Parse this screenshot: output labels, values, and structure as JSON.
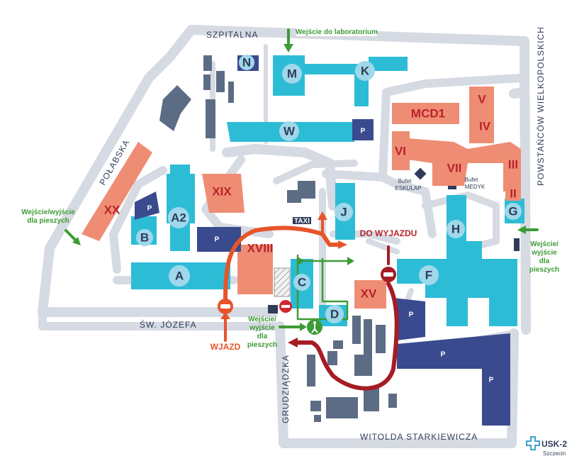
{
  "colors": {
    "road": "#d6dae2",
    "roadEdge": "#c6cbd5",
    "cyan": "#2dbcd6",
    "salmon": "#ef8d74",
    "navy": "#3a4a8e",
    "gray": "#5d6c85",
    "circle": "#9fd8ea",
    "green": "#3d9b35",
    "red": "#a61c24",
    "orange": "#e8542a"
  },
  "streets": {
    "szpitalna": "SZPITALNA",
    "polabska": "POŁABSKA",
    "powstancow": "POWSTAŃCÓW WIELKOPOLSKICH",
    "jozefa": "ŚW. JÓZEFA",
    "grudziadzka": "GRUDZIĄDZKA",
    "starkiewicza": "WITOLDA STARKIEWICZA"
  },
  "buildings": {
    "N": "N",
    "M": "M",
    "K": "K",
    "W": "W",
    "MCD1": "MCD1",
    "V": "V",
    "IV": "IV",
    "VI": "VI",
    "VII": "VII",
    "III": "III",
    "II": "II",
    "G": "G",
    "XX": "XX",
    "XIX": "XIX",
    "J": "J",
    "H": "H",
    "A2": "A2",
    "B": "B",
    "XVIII": "XVIII",
    "A": "A",
    "C": "C",
    "D": "D",
    "XV": "XV",
    "F": "F"
  },
  "parking": "P",
  "labels": {
    "lab_entrance": "Wejście do laboratorium",
    "taxi": "TAXI",
    "exit": "DO WYJAZDU",
    "entry": "WJAZD",
    "bufet_eskulap_1": "Bufet",
    "bufet_eskulap_2": "ESKULAP",
    "bufet_medyk_1": "Bufet",
    "bufet_medyk_2": "MEDYK",
    "ped_left_1": "Wejście/wyjście",
    "ped_left_2": "dla pieszych",
    "ped_right_1": "Wejście/",
    "ped_right_2": "wyjście",
    "ped_right_3": "dla",
    "ped_right_4": "pieszych",
    "ped_center_1": "Wejście/",
    "ped_center_2": "wyjście",
    "ped_center_3": "dla",
    "ped_center_4": "pieszych"
  },
  "logo": {
    "name": "USK-2",
    "city": "Szczecin"
  }
}
